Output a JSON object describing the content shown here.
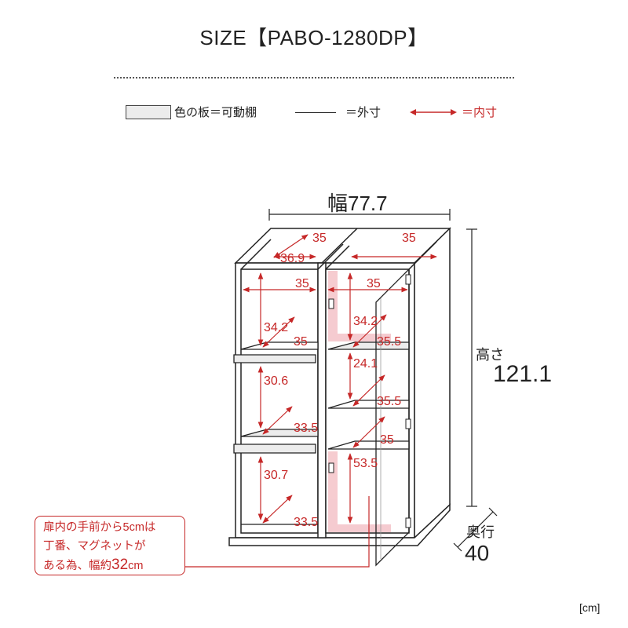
{
  "title": "SIZE【PABO-1280DP】",
  "legend": {
    "shelf_label": "色の板＝可動棚",
    "outer_label": "＝外寸",
    "inner_label": "＝内寸"
  },
  "dimensions": {
    "width_label": "幅77.7",
    "height_label": "高さ",
    "height_value": "121.1",
    "depth_label": "奥行",
    "depth_value": "40"
  },
  "inner": {
    "top_left_w": "35",
    "top_right_w": "35",
    "top_depth": "36.9",
    "l1_w": "35",
    "l1_h": "34.2",
    "l1_d": "35",
    "l2_h": "30.6",
    "l2_d": "33.5",
    "l3_h": "30.7",
    "l3_d": "33.5",
    "r1_w": "35",
    "r1_h": "34.2",
    "r1_d": "35.5",
    "r2_h": "24.1",
    "r2_d": "35.5",
    "r3_d": "35",
    "r3_h": "53.5"
  },
  "note": {
    "line1": "扉内の手前から5cmは",
    "line2": "丁番、マグネットが",
    "line3_prefix": "ある為、幅約",
    "line3_big": "32",
    "line3_suffix": "cm"
  },
  "unit": "[cm]",
  "colors": {
    "accent_red": "#c62828",
    "shelf_gray": "#ececec",
    "line": "#222222",
    "pink": "#f4c3c8"
  }
}
